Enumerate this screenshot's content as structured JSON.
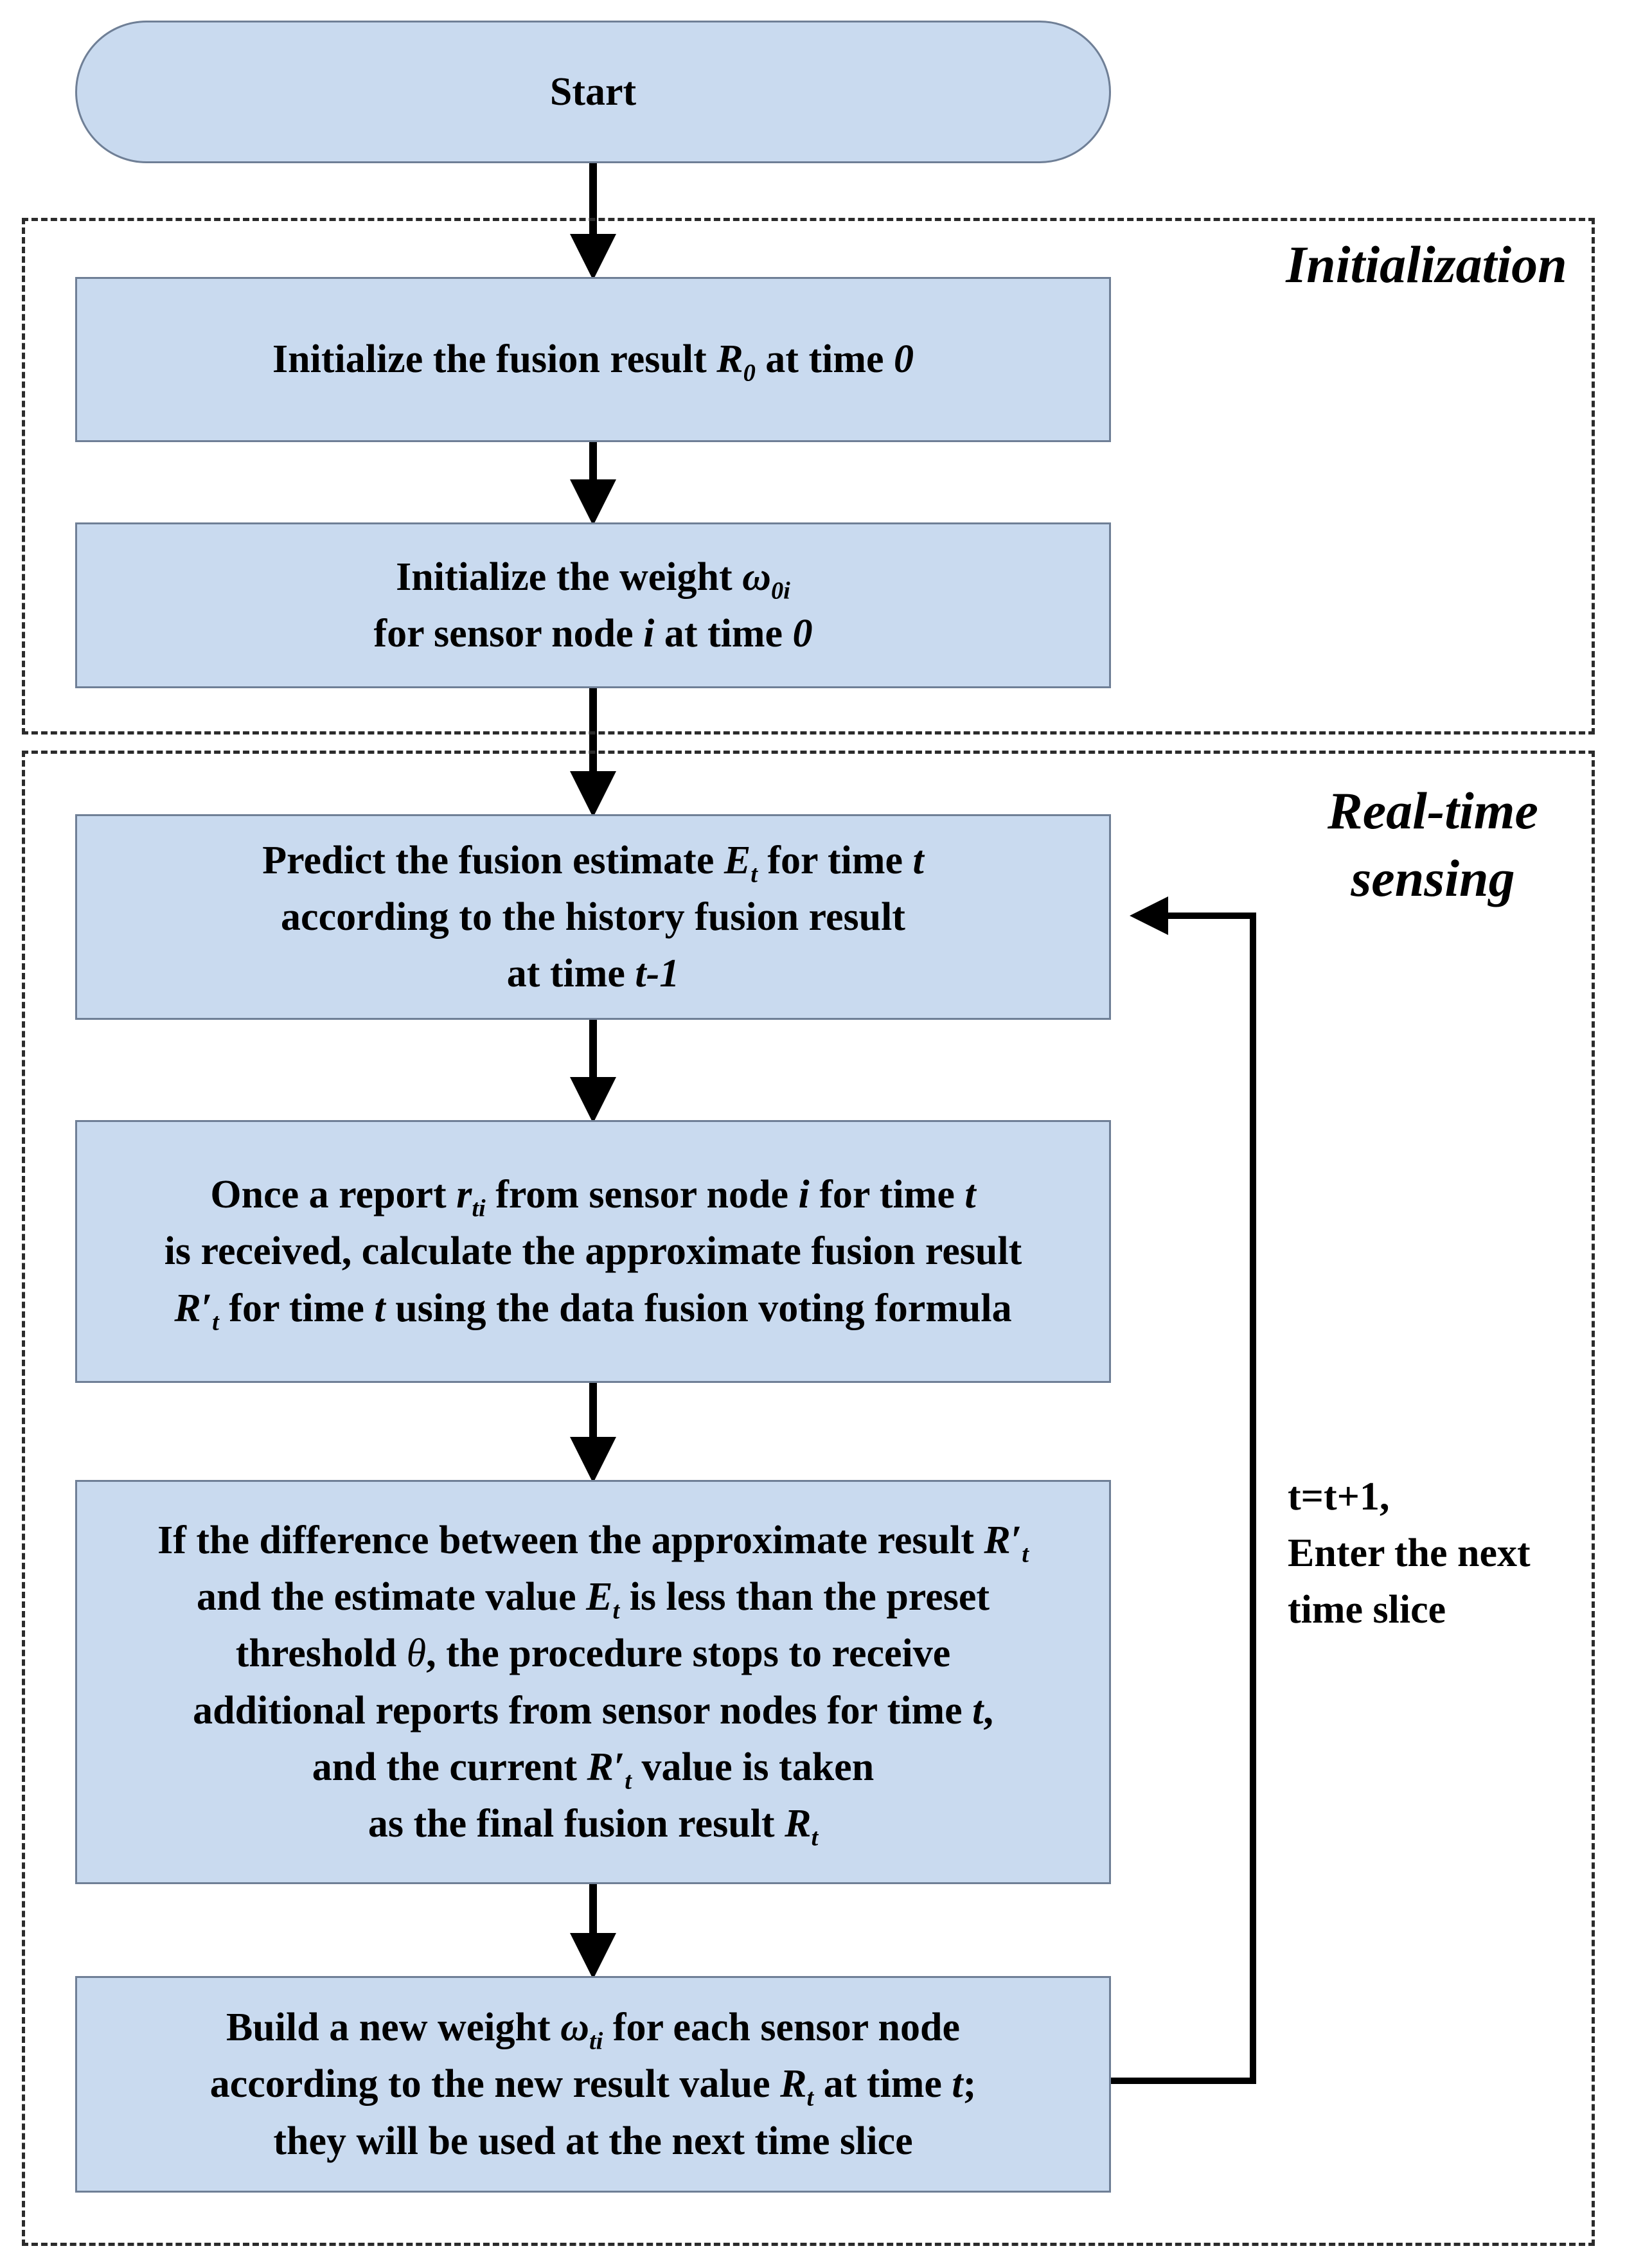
{
  "start": {
    "label": "Start"
  },
  "regions": {
    "initialization": {
      "title": "Initialization"
    },
    "real_time": {
      "title_line1": "Real-time",
      "title_line2": "sensing"
    }
  },
  "steps": {
    "init_result": {
      "text": "Initialize the fusion result",
      "symbol": "R",
      "sub": "0",
      "after": "at time",
      "time": "0"
    },
    "init_weight": {
      "line1_text": "Initialize the weight",
      "line1_symbol": "ω",
      "line1_sub": "0i",
      "line2_text": "for sensor node",
      "line2_var": "i",
      "line2_after": "at time",
      "line2_time": "0"
    },
    "predict": {
      "line1_text": "Predict the fusion estimate",
      "line1_symbol": "E",
      "line1_sub": "t",
      "line1_after": "for time",
      "line1_var": "t",
      "line2": "according to the history fusion result",
      "line3_text": "at time",
      "line3_var": "t-1"
    },
    "report": {
      "line1_text": "Once a report",
      "line1_symbol": "r",
      "line1_sub": "ti",
      "line1_after": "from sensor node",
      "line1_var": "i",
      "line1_after2": "for time",
      "line1_var2": "t",
      "line2": "is received, calculate the approximate fusion result",
      "line3_symbol": "R′",
      "line3_sub": "t",
      "line3_after": "for time",
      "line3_var": "t",
      "line3_after2": "using the data fusion voting formula"
    },
    "threshold": {
      "line1_text": "If the difference between the approximate result",
      "line1_symbol": "R′",
      "line1_sub": "t",
      "line2_text": "and the estimate value",
      "line2_symbol": "E",
      "line2_sub": "t",
      "line2_after": "is less than the preset",
      "line3_text": "threshold",
      "line3_symbol": "θ",
      "line3_after": ", the procedure stops to receive",
      "line4_text": "additional reports from sensor nodes for time",
      "line4_var": "t",
      "line4_after": ",",
      "line5_text": "and the current",
      "line5_symbol": "R′",
      "line5_sub": "t",
      "line5_after": "value is taken",
      "line6_text": "as the final fusion result",
      "line6_symbol": "R",
      "line6_sub": "t"
    },
    "new_weight": {
      "line1_text": "Build a new weight",
      "line1_symbol": "ω",
      "line1_sub": "ti",
      "line1_after": "for each sensor node",
      "line2_text": "according to the new result value",
      "line2_symbol": "R",
      "line2_sub": "t",
      "line2_after": "at time",
      "line2_var": "t",
      "line2_after2": ";",
      "line3": "they will be used at the next time slice"
    }
  },
  "loop_label": {
    "line1": "t=t+1,",
    "line2": "Enter the next",
    "line3": "time slice"
  },
  "colors": {
    "box_fill": "#c9daef",
    "box_border": "#6f7f96",
    "line": "#000000",
    "dash": "#2b2b2b"
  }
}
